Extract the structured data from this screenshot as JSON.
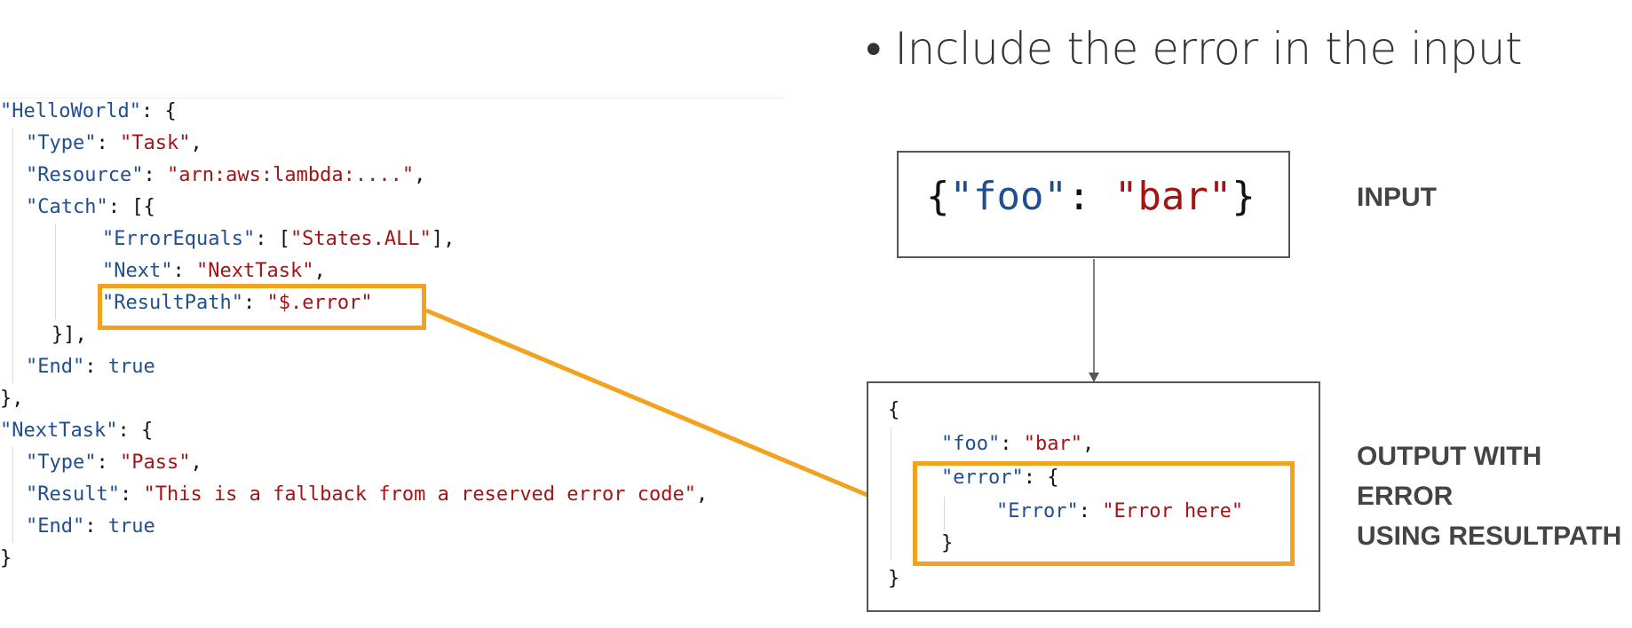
{
  "colors": {
    "key": "#1f4f8f",
    "string": "#a31515",
    "punct": "#111111",
    "highlight": "#f2a21f",
    "box_border": "#555555",
    "label": "#444444",
    "bullet": "#333333"
  },
  "code": {
    "l1": {
      "k": "\"HelloWorld\"",
      "p": ": {"
    },
    "l2": {
      "k": "\"Type\"",
      "p1": ": ",
      "s": "\"Task\"",
      "p2": ","
    },
    "l3": {
      "k": "\"Resource\"",
      "p1": ": ",
      "s": "\"arn:aws:lambda:....\"",
      "p2": ","
    },
    "l4": {
      "k": "\"Catch\"",
      "p": ": [{"
    },
    "l5": {
      "k": "\"ErrorEquals\"",
      "p1": ": [",
      "s": "\"States.ALL\"",
      "p2": "],"
    },
    "l6": {
      "k": "\"Next\"",
      "p1": ": ",
      "s": "\"NextTask\"",
      "p2": ","
    },
    "l7": {
      "k": "\"ResultPath\"",
      "p1": ": ",
      "s": "\"$.error\""
    },
    "l8": {
      "p": "}],"
    },
    "l9": {
      "k": "\"End\"",
      "p": ": ",
      "b": "true"
    },
    "l10": {
      "p": "},"
    },
    "l11": {
      "k": "\"NextTask\"",
      "p": ": {"
    },
    "l12": {
      "k": "\"Type\"",
      "p1": ": ",
      "s": "\"Pass\"",
      "p2": ","
    },
    "l13": {
      "k": "\"Result\"",
      "p1": ": ",
      "s": "\"This is a fallback from a reserved error code\"",
      "p2": ","
    },
    "l14": {
      "k": "\"End\"",
      "p": ": ",
      "b": "true"
    },
    "l15": {
      "p": "}"
    }
  },
  "bullet": {
    "symbol": "•",
    "text": "Include the error in the input"
  },
  "input_box": {
    "open": "{",
    "key": "\"foo\"",
    "colon": ": ",
    "value": "\"bar\"",
    "close": "}"
  },
  "output_box": {
    "o1": "{",
    "o2": {
      "k": "\"foo\"",
      "p1": ": ",
      "s": "\"bar\"",
      "p2": ","
    },
    "o3": {
      "k": "\"error\"",
      "p": ": {"
    },
    "o4": {
      "k": "\"Error\"",
      "p1": ": ",
      "s": "\"Error here\""
    },
    "o5": "}",
    "o6": "}"
  },
  "labels": {
    "input": "INPUT",
    "output_line1": "OUTPUT WITH",
    "output_line2": "ERROR",
    "output_line3": "USING RESULTPATH"
  }
}
